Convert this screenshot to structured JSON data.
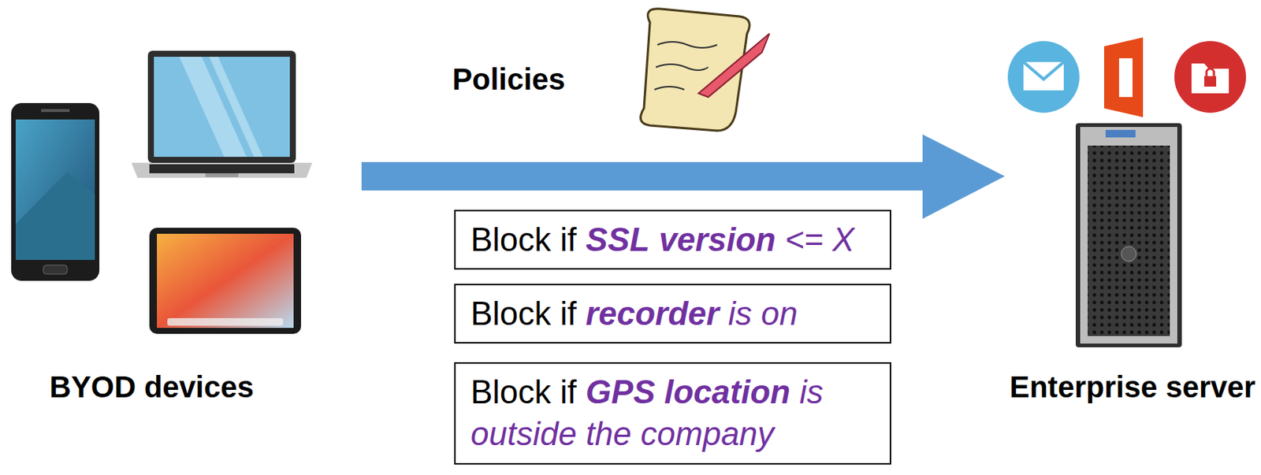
{
  "diagram": {
    "nodes": [
      {
        "text": [
          "Block if SSL version <= X"
        ]
      },
      {
        "text": [
          "Block if recorder is on"
        ]
      },
      {
        "text": [
          "Block if GPS location is outside the company"
        ]
      }
    ],
    "labels": [
      "BYOD devices",
      "Policies",
      "Enterprise server"
    ]
  }
}
